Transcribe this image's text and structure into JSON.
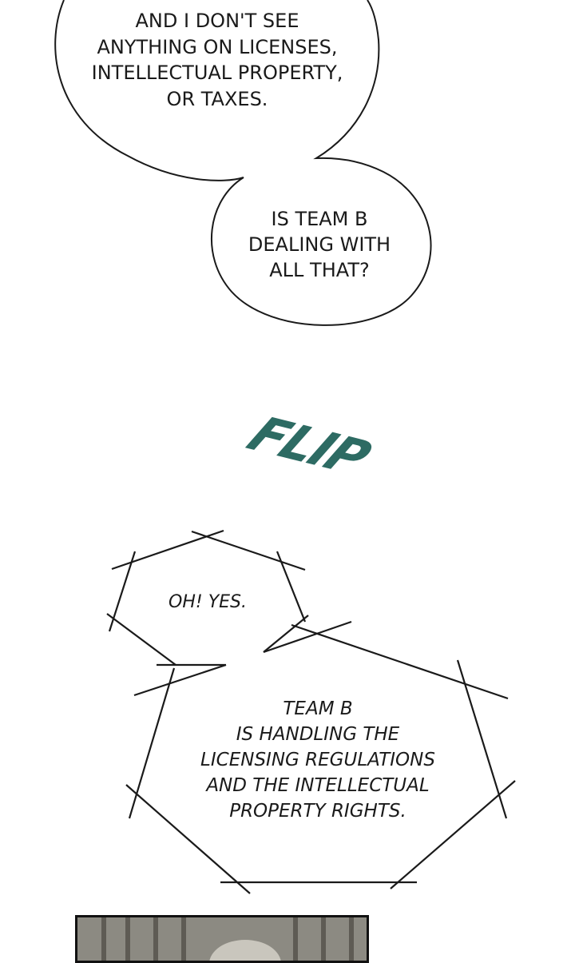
{
  "bubbles": {
    "first": "AND I DON'T SEE\nANYTHING ON LICENSES,\nINTELLECTUAL PROPERTY,\nOR TAXES.",
    "second": "IS TEAM B\nDEALING WITH\nALL THAT?",
    "third": "OH! YES.",
    "fourth": "TEAM B\nIS HANDLING THE\nLICENSING REGULATIONS\nAND THE INTELLECTUAL\nPROPERTY RIGHTS."
  },
  "sound_effect": {
    "text": "FLIP",
    "color": "#2d6b63"
  }
}
